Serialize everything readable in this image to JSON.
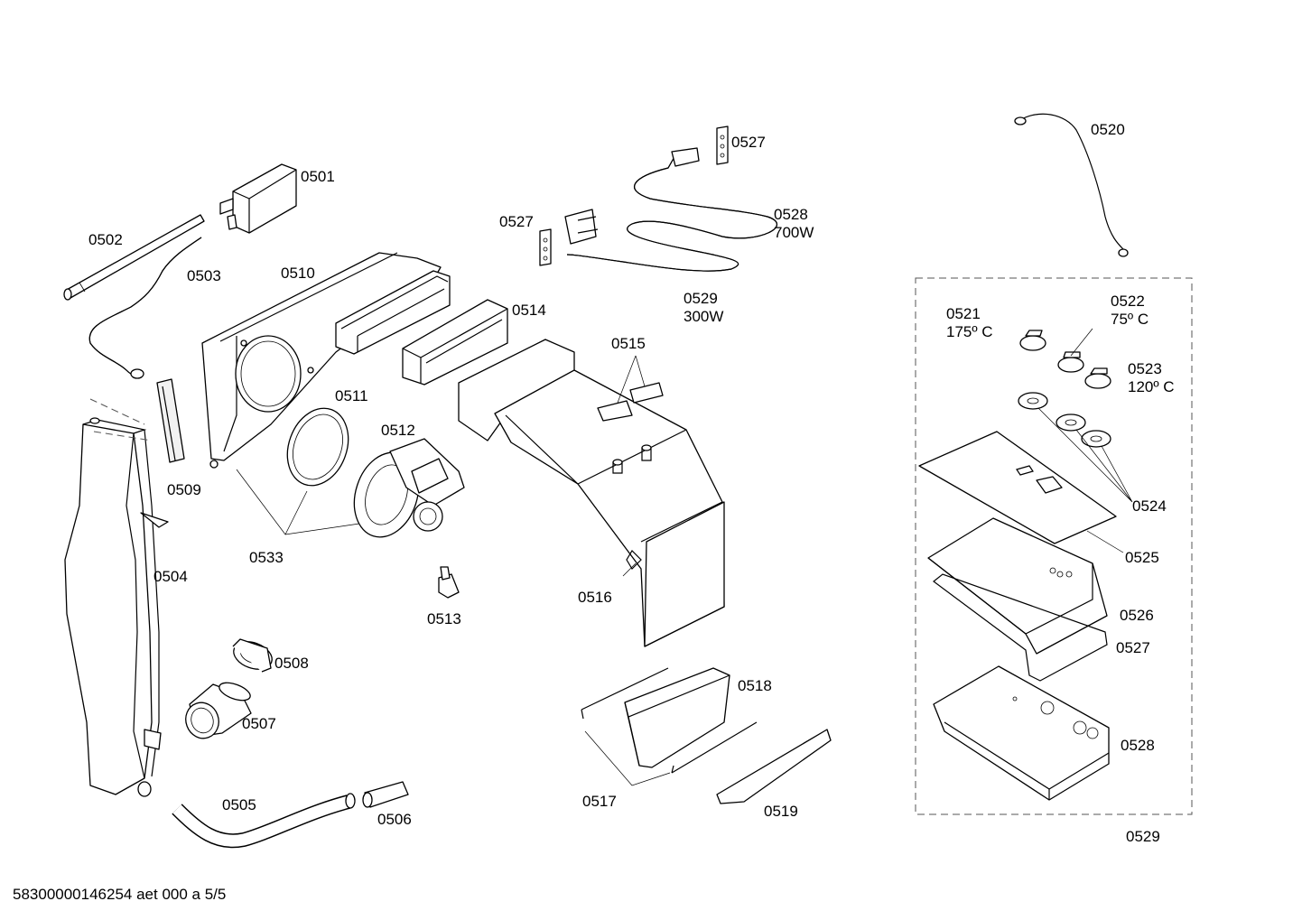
{
  "footer": "58300000146254 aet 000 a 5/5",
  "parts": {
    "p0501": "0501",
    "p0502": "0502",
    "p0503": "0503",
    "p0504": "0504",
    "p0505": "0505",
    "p0506": "0506",
    "p0507": "0507",
    "p0508": "0508",
    "p0509": "0509",
    "p0510": "0510",
    "p0511": "0511",
    "p0512": "0512",
    "p0513": "0513",
    "p0514": "0514",
    "p0515": "0515",
    "p0516": "0516",
    "p0517": "0517",
    "p0518": "0518",
    "p0519": "0519",
    "p0520": "0520",
    "p0521": {
      "code": "0521",
      "value": "175º C"
    },
    "p0522": {
      "code": "0522",
      "value": "75º C"
    },
    "p0523": {
      "code": "0523",
      "value": "120º C"
    },
    "p0524": "0524",
    "p0525": "0525",
    "p0526": "0526",
    "p0527a": "0527",
    "p0527b": "0527",
    "p0527c": "0527",
    "p0528a": {
      "code": "0528",
      "value": "700W"
    },
    "p0528b": "0528",
    "p0529a": {
      "code": "0529",
      "value": "300W"
    },
    "p0529b": "0529",
    "p0533": "0533"
  }
}
